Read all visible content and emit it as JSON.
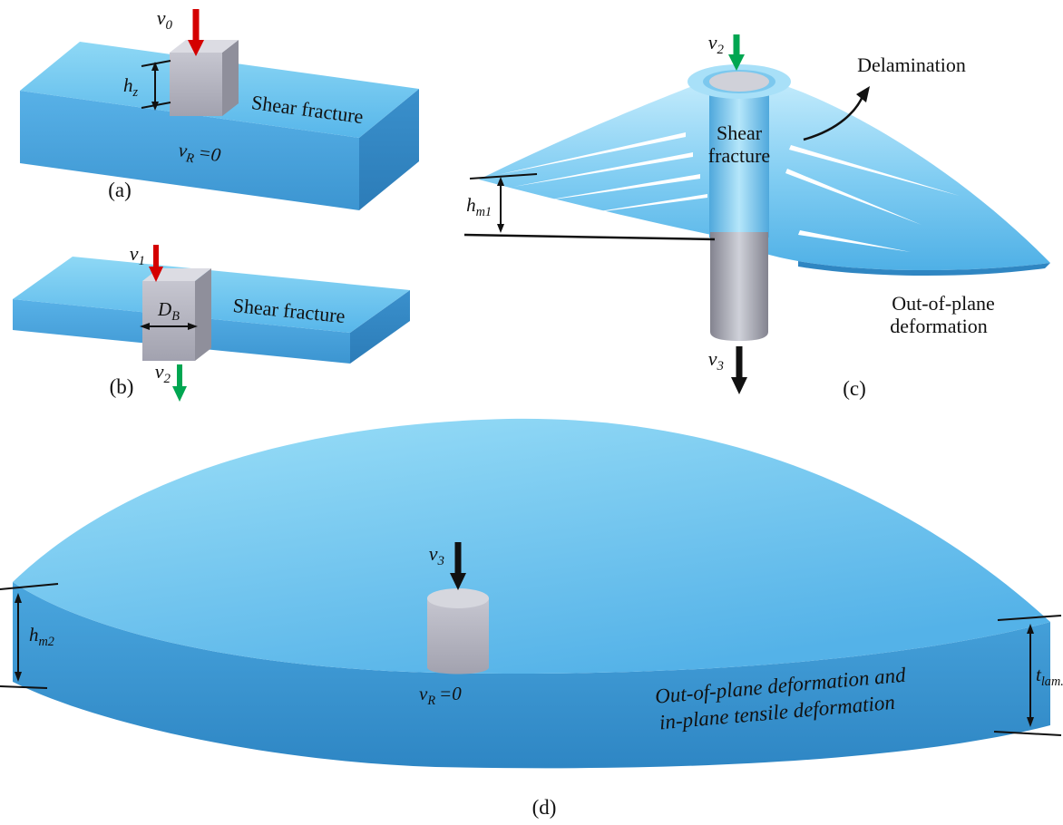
{
  "colors": {
    "arrow_red": "#d40000",
    "arrow_green": "#00a651",
    "arrow_black": "#111111",
    "plate_blue_light": "#8fd8f6",
    "plate_blue": "#55b4e9",
    "plate_blue_dark": "#3a96d2",
    "projectile_gray": "#b9bac4",
    "label_black": "#111111",
    "label_white": "#ffffff"
  },
  "panel_a": {
    "caption": "(a)",
    "v0": {
      "symbol": "v",
      "sub": "0"
    },
    "hz": {
      "symbol": "h",
      "sub": "z"
    },
    "shear_fracture": "Shear fracture",
    "vr": {
      "symbol": "v",
      "sub": "R",
      "eq": "=0"
    }
  },
  "panel_b": {
    "caption": "(b)",
    "v1": {
      "symbol": "v",
      "sub": "1"
    },
    "db": {
      "symbol": "D",
      "sub": "B"
    },
    "shear_fracture": "Shear fracture",
    "v2": {
      "symbol": "v",
      "sub": "2"
    }
  },
  "panel_c": {
    "caption": "(c)",
    "v2": {
      "symbol": "v",
      "sub": "2"
    },
    "v3": {
      "symbol": "v",
      "sub": "3"
    },
    "delamination": "Delamination",
    "shear_fracture_lines": [
      "Shear",
      "fracture"
    ],
    "hm1": {
      "symbol": "h",
      "sub": "m1"
    },
    "out_of_plane_lines": [
      "Out-of-plane",
      "deformation"
    ]
  },
  "panel_d": {
    "caption": "(d)",
    "v3": {
      "symbol": "v",
      "sub": "3"
    },
    "hm2": {
      "symbol": "h",
      "sub": "m2"
    },
    "tlam": {
      "symbol": "t",
      "sub": "lam."
    },
    "vr": {
      "symbol": "v",
      "sub": "R",
      "eq": "=0"
    },
    "deformation_lines": [
      "Out-of-plane deformation and",
      "in-plane tensile deformation"
    ]
  }
}
